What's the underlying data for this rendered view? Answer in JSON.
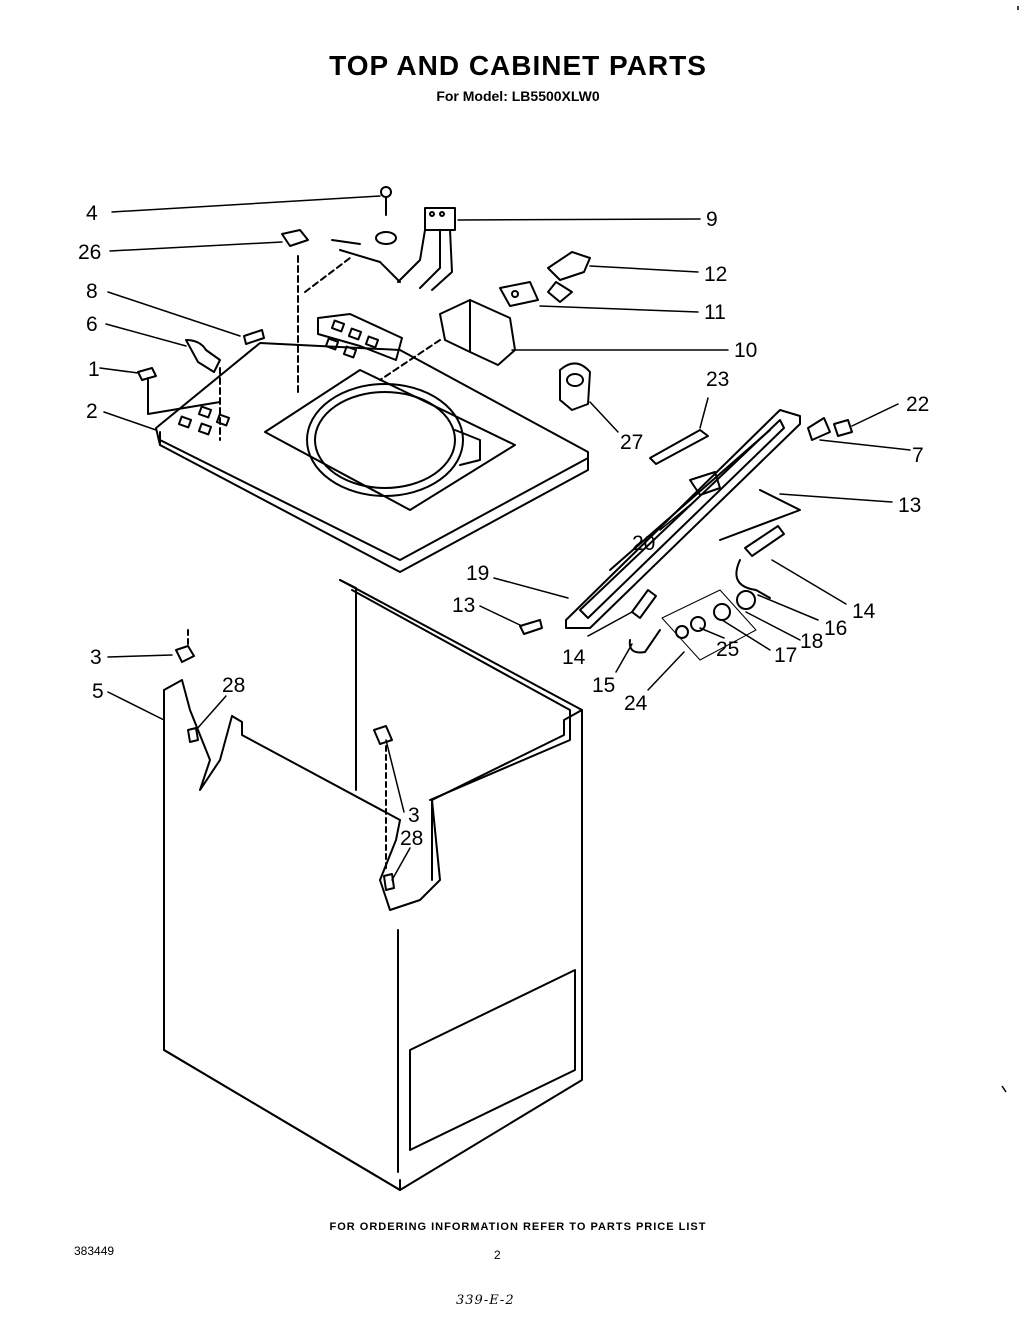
{
  "title": "TOP AND CABINET PARTS",
  "subtitle": "For Model: LB5500XLW0",
  "footer_note": "FOR ORDERING INFORMATION REFER TO PARTS PRICE LIST",
  "doc_number": "383449",
  "page_number": "2",
  "handwritten_note": "339-E-2",
  "callouts": [
    "4",
    "26",
    "8",
    "6",
    "1",
    "2",
    "9",
    "12",
    "11",
    "10",
    "23",
    "22",
    "7",
    "27",
    "13",
    "20",
    "13",
    "19",
    "14",
    "16",
    "14",
    "18",
    "17",
    "25",
    "15",
    "24",
    "3",
    "5",
    "28",
    "3",
    "28"
  ]
}
